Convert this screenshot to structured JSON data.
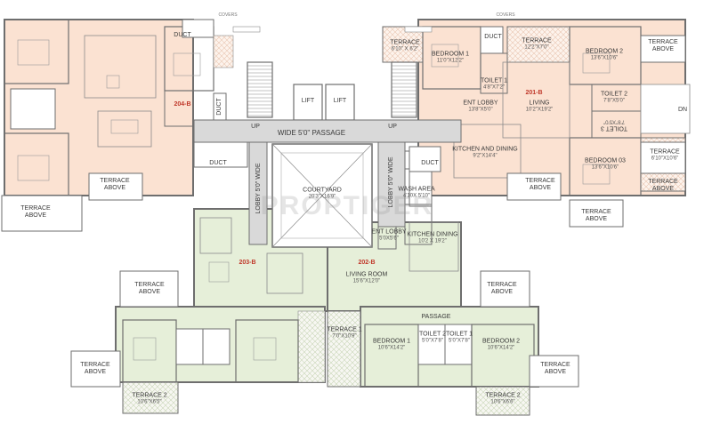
{
  "colors": {
    "peach": "#fbe2d2",
    "green": "#e6efd9",
    "core": "#d9d9d9",
    "wall": "#6e6e6e",
    "accent": "#c0392b"
  },
  "units": {
    "u204": "204-B",
    "u201": "201-B",
    "u203": "203-B",
    "u202": "202-B"
  },
  "core": {
    "passage": "WIDE 5'0\" PASSAGE",
    "up_left": "UP",
    "up_right": "UP",
    "lift_1": "LIFT",
    "lift_2": "LIFT",
    "duct_top_left": "DUCT",
    "duct_top_right": "DUCT",
    "duct_mid_left": "DUCT",
    "duct_mid_right": "DUCT",
    "duct_small": "DUCT",
    "lobby_left": "LOBBY 5'0\" WIDE",
    "lobby_right": "LOBBY 5'0\" WIDE",
    "courtyard": {
      "name": "COURTYARD",
      "dim": "20'3\"X16'9\""
    },
    "covers_left": "COVERS",
    "covers_right": "COVERS",
    "dn": "DN"
  },
  "rooms": {
    "terrace_a": {
      "name": "TERRACE",
      "dim": "6'10\" X 6'2\""
    },
    "bedroom1_201": {
      "name": "BEDROOM 1",
      "dim": "11'0\"X12'2\""
    },
    "terrace_b": {
      "name": "TERRACE",
      "dim": "12'2\"X7'0\""
    },
    "bedroom2_201": {
      "name": "BEDROOM 2",
      "dim": "13'6\"X10'6\""
    },
    "toilet1_201": {
      "name": "TOILET 1",
      "dim": "4'8\"X7'2\""
    },
    "ent_lobby_201": {
      "name": "ENT LOBBY",
      "dim": "13'8\"X5'0\""
    },
    "living_201": {
      "name": "LIVING",
      "dim": "10'2\"X19'2\""
    },
    "toilet2_201": {
      "name": "TOILET 2",
      "dim": "7'8\"X5'0\""
    },
    "toilet3_201": {
      "name": "TOILET 3",
      "dim": "7'8\"X5'0\""
    },
    "kitchen_dining_201": {
      "name": "KITCHEN AND DINING",
      "dim": "9'2\"X14'4\""
    },
    "bedroom03_201": {
      "name": "BEDROOM 03",
      "dim": "13'6\"X10'6\""
    },
    "terrace_c": {
      "name": "TERRACE",
      "dim": "6'10\"X10'6\""
    },
    "wash_area": {
      "name": "WASH AREA",
      "dim": "4'10X 5'10\""
    },
    "ent_lobby_202": {
      "name": "ENT LOBBY",
      "dim": "5'0X5'6\""
    },
    "kitchen_dining_202": {
      "name": "KITCHEN DINING",
      "dim": "10'2 X 19'2\""
    },
    "living_room_202": {
      "name": "LIVING ROOM",
      "dim": "15'6\"X12'0\""
    },
    "terrace1_202": {
      "name": "TERRACE 1",
      "dim": "7'0\"X10'9\""
    },
    "passage_202": {
      "name": "PASSAGE",
      "dim": ""
    },
    "bedroom1_202": {
      "name": "BEDROOM 1",
      "dim": "10'6\"X14'2\""
    },
    "toilet2_202": {
      "name": "TOILET 2",
      "dim": "5'0\"X7'8\""
    },
    "toilet1_202": {
      "name": "TOILET 1",
      "dim": "5'0\"X7'8\""
    },
    "bedroom2_202": {
      "name": "BEDROOM 2",
      "dim": "10'6\"X14'2\""
    },
    "terrace2_202": {
      "name": "TERRACE 2",
      "dim": "10'6\"X6'6\""
    },
    "terrace2_203": {
      "name": "TERRACE 2",
      "dim": "10'6\"X6'5\""
    }
  },
  "terraces_above": {
    "t1": {
      "name": "TERRACE",
      "sub": "ABOVE"
    },
    "t2": {
      "name": "TERRACE",
      "sub": "ABOVE"
    },
    "t3": {
      "name": "TERRACE",
      "sub": "ABOVE"
    },
    "t4": {
      "name": "TERRACE",
      "sub": "ABOVE"
    },
    "t5": {
      "name": "TERRACE",
      "sub": "ABOVE"
    },
    "t6": {
      "name": "TERRACE",
      "sub": "ABOVE"
    },
    "t7": {
      "name": "TERRACE",
      "sub": "ABOVE"
    },
    "t8": {
      "name": "TERRACE",
      "sub": "ABOVE"
    },
    "t9": {
      "name": "TERRACE",
      "sub": "ABOVE"
    },
    "t10": {
      "name": "TERRACE",
      "sub": "ABOVE"
    }
  },
  "watermark": "PROPTIGER"
}
